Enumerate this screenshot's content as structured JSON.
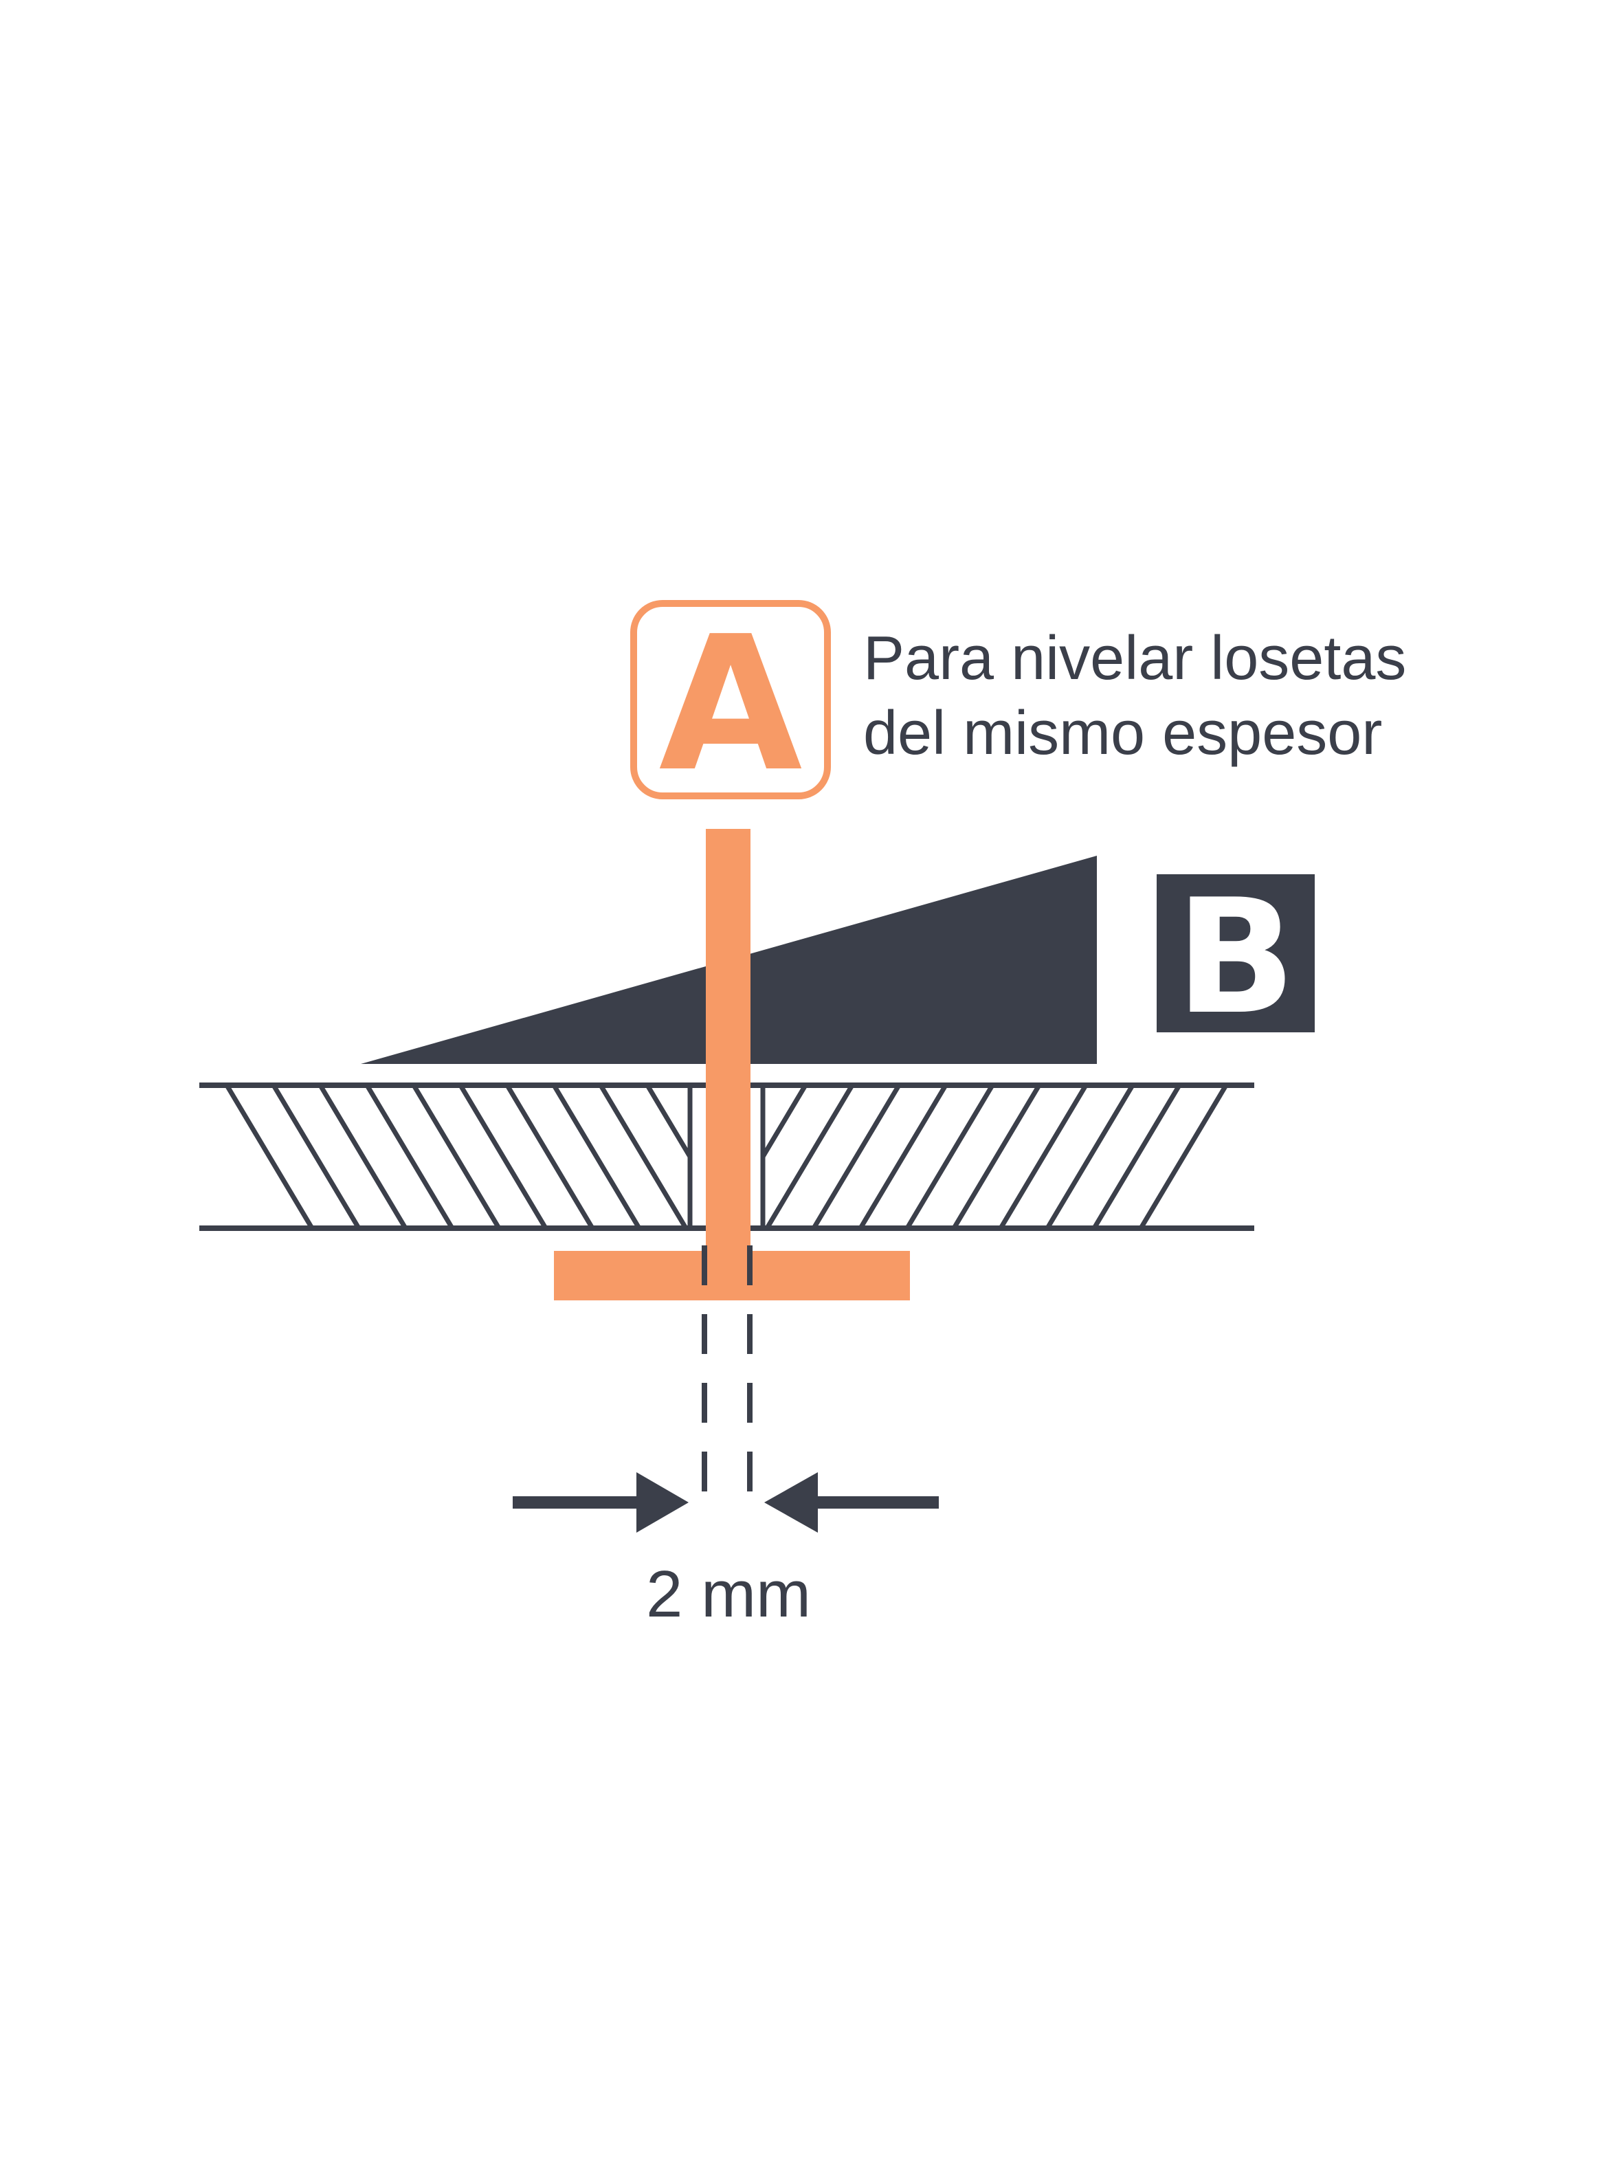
{
  "colors": {
    "accent": "#f79a66",
    "dark": "#3b3f4a",
    "background": "#ffffff"
  },
  "labels": {
    "a": "A",
    "b": "B"
  },
  "caption": {
    "line1": "Para nivelar losetas",
    "line2": "del mismo espesor"
  },
  "gap": {
    "text": "2 mm"
  }
}
